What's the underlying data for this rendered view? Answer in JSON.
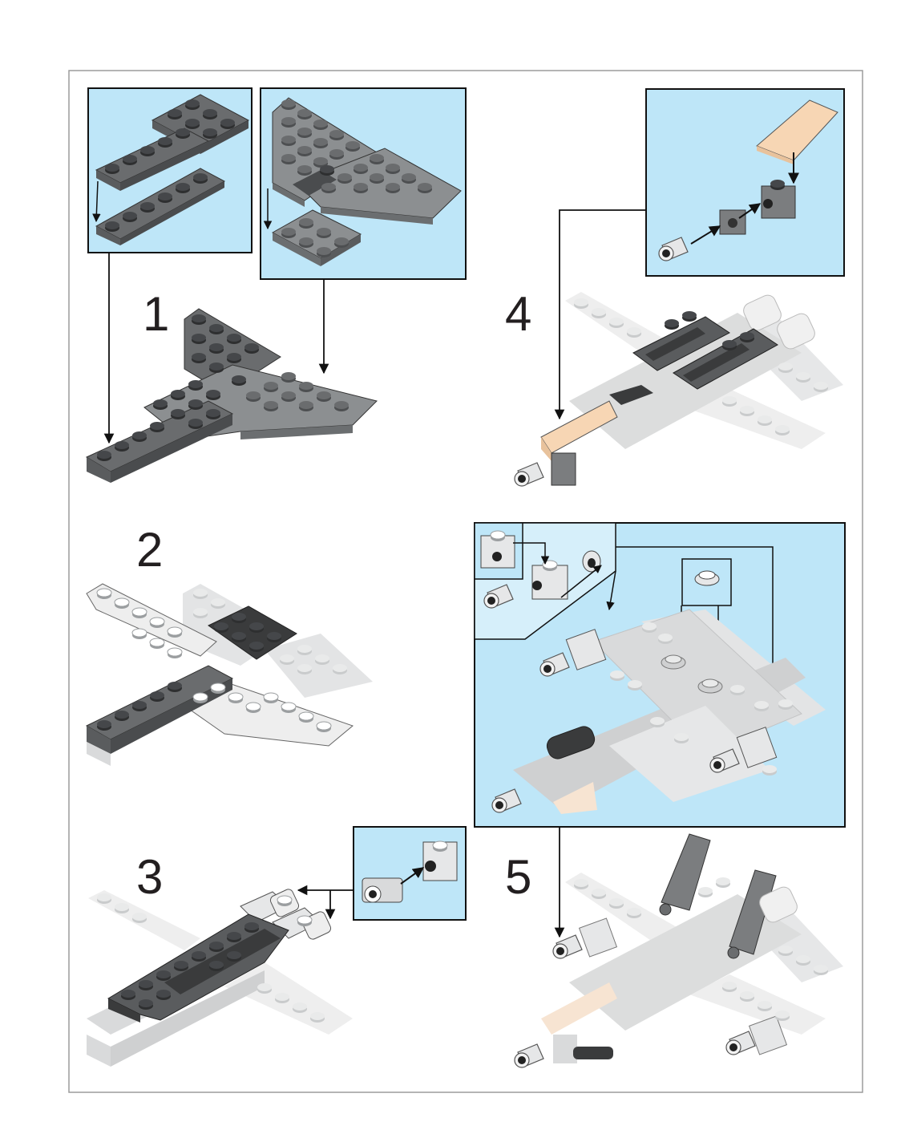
{
  "steps": [
    {
      "number": "1"
    },
    {
      "number": "2"
    },
    {
      "number": "3"
    },
    {
      "number": "4"
    },
    {
      "number": "5"
    }
  ],
  "colors": {
    "callout_bg": "#bee6f8",
    "dark_gray": "#5a5c5e",
    "mid_gray": "#8c8f91",
    "faded_gray": "#d9dadb",
    "black_brick": "#3a3b3c",
    "tan_brick": "#f7d6b4",
    "white_brick": "#f4f5f5"
  }
}
